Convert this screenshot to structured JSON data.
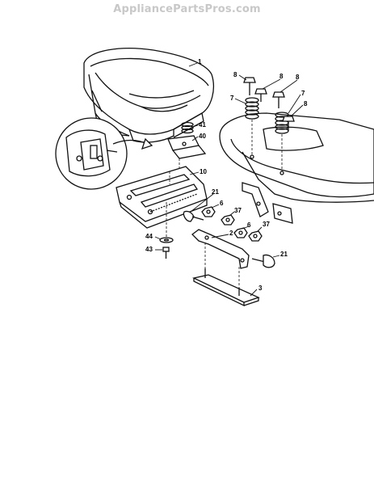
{
  "header": {
    "watermark": "AppliancePartsPros.com"
  },
  "callouts": {
    "c1": "1",
    "c8a": "8",
    "c8b": "8",
    "c8c": "8",
    "c8d": "8",
    "c7a": "7",
    "c7b": "7",
    "c41": "41",
    "c40": "40",
    "c10": "10",
    "c21a": "21",
    "c6a": "6",
    "c37a": "37",
    "c44": "44",
    "c2": "2",
    "c6b": "6",
    "c37b": "37",
    "c43": "43",
    "c21b": "21",
    "c3": "3"
  }
}
